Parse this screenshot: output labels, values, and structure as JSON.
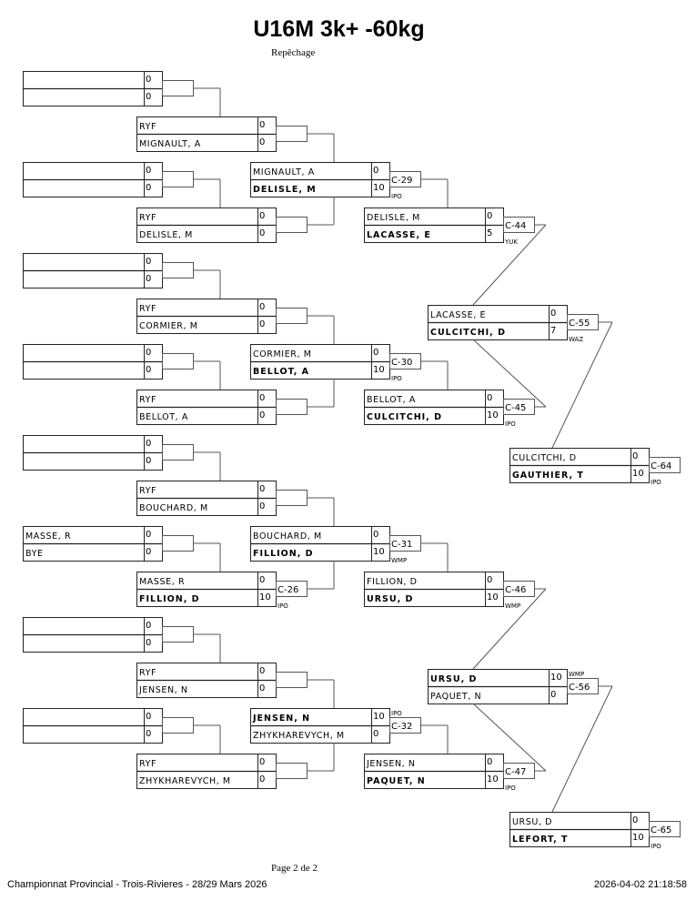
{
  "header": {
    "title": "U16M 3k+ -60kg",
    "subtitle": "Repêchage"
  },
  "footer": {
    "page": "Page 2 de 2",
    "event": "Championnat Provincial - Trois-Rivieres -  28/29 Mars 2026",
    "timestamp": "2026-04-02 21:18:58"
  },
  "matches": [
    {
      "id": "r1a",
      "col": 0,
      "row": 0,
      "top": {
        "name": "",
        "score": "0"
      },
      "bottom": {
        "name": "",
        "score": "0"
      },
      "winner": null,
      "contest": "",
      "result": ""
    },
    {
      "id": "r1b",
      "col": 0,
      "row": 1,
      "top": {
        "name": "",
        "score": "0"
      },
      "bottom": {
        "name": "",
        "score": "0"
      },
      "winner": null,
      "contest": "",
      "result": ""
    },
    {
      "id": "r1c",
      "col": 0,
      "row": 2,
      "top": {
        "name": "",
        "score": "0"
      },
      "bottom": {
        "name": "",
        "score": "0"
      },
      "winner": null,
      "contest": "",
      "result": ""
    },
    {
      "id": "r1d",
      "col": 0,
      "row": 3,
      "top": {
        "name": "",
        "score": "0"
      },
      "bottom": {
        "name": "",
        "score": "0"
      },
      "winner": null,
      "contest": "",
      "result": ""
    },
    {
      "id": "r1e",
      "col": 0,
      "row": 4,
      "top": {
        "name": "",
        "score": "0"
      },
      "bottom": {
        "name": "",
        "score": "0"
      },
      "winner": null,
      "contest": "",
      "result": ""
    },
    {
      "id": "r1f",
      "col": 0,
      "row": 5,
      "top": {
        "name": "MASSE, R",
        "score": "0"
      },
      "bottom": {
        "name": "BYE",
        "score": "0"
      },
      "winner": null,
      "contest": "",
      "result": ""
    },
    {
      "id": "r1g",
      "col": 0,
      "row": 6,
      "top": {
        "name": "",
        "score": "0"
      },
      "bottom": {
        "name": "",
        "score": "0"
      },
      "winner": null,
      "contest": "",
      "result": ""
    },
    {
      "id": "r1h",
      "col": 0,
      "row": 7,
      "top": {
        "name": "",
        "score": "0"
      },
      "bottom": {
        "name": "",
        "score": "0"
      },
      "winner": null,
      "contest": "",
      "result": ""
    },
    {
      "id": "r2a",
      "col": 1,
      "row": 0,
      "top": {
        "name": "RYF",
        "score": "0"
      },
      "bottom": {
        "name": "MIGNAULT, A",
        "score": "0"
      },
      "winner": null,
      "contest": "",
      "result": ""
    },
    {
      "id": "r2b",
      "col": 1,
      "row": 1,
      "top": {
        "name": "RYF",
        "score": "0"
      },
      "bottom": {
        "name": "DELISLE, M",
        "score": "0"
      },
      "winner": null,
      "contest": "",
      "result": ""
    },
    {
      "id": "r2c",
      "col": 1,
      "row": 2,
      "top": {
        "name": "RYF",
        "score": "0"
      },
      "bottom": {
        "name": "CORMIER, M",
        "score": "0"
      },
      "winner": null,
      "contest": "",
      "result": ""
    },
    {
      "id": "r2d",
      "col": 1,
      "row": 3,
      "top": {
        "name": "RYF",
        "score": "0"
      },
      "bottom": {
        "name": "BELLOT, A",
        "score": "0"
      },
      "winner": null,
      "contest": "",
      "result": ""
    },
    {
      "id": "r2e",
      "col": 1,
      "row": 4,
      "top": {
        "name": "RYF",
        "score": "0"
      },
      "bottom": {
        "name": "BOUCHARD, M",
        "score": "0"
      },
      "winner": null,
      "contest": "",
      "result": ""
    },
    {
      "id": "r2f",
      "col": 1,
      "row": 5,
      "top": {
        "name": "MASSE, R",
        "score": "0"
      },
      "bottom": {
        "name": "FILLION, D",
        "score": "10"
      },
      "winner": "bottom",
      "contest": "C-26",
      "result": "IPO"
    },
    {
      "id": "r2g",
      "col": 1,
      "row": 6,
      "top": {
        "name": "RYF",
        "score": "0"
      },
      "bottom": {
        "name": "JENSEN, N",
        "score": "0"
      },
      "winner": null,
      "contest": "",
      "result": ""
    },
    {
      "id": "r2h",
      "col": 1,
      "row": 7,
      "top": {
        "name": "RYF",
        "score": "0"
      },
      "bottom": {
        "name": "ZHYKHAREVYCH, M",
        "score": "0"
      },
      "winner": null,
      "contest": "",
      "result": ""
    },
    {
      "id": "r3a",
      "col": 2,
      "row": 0,
      "top": {
        "name": "MIGNAULT, A",
        "score": "0"
      },
      "bottom": {
        "name": "DELISLE, M",
        "score": "10"
      },
      "winner": "bottom",
      "contest": "C-29",
      "result": "IPO"
    },
    {
      "id": "r3b",
      "col": 2,
      "row": 1,
      "top": {
        "name": "CORMIER, M",
        "score": "0"
      },
      "bottom": {
        "name": "BELLOT, A",
        "score": "10"
      },
      "winner": "bottom",
      "contest": "C-30",
      "result": "IPO"
    },
    {
      "id": "r3c",
      "col": 2,
      "row": 2,
      "top": {
        "name": "BOUCHARD, M",
        "score": "0"
      },
      "bottom": {
        "name": "FILLION, D",
        "score": "10"
      },
      "winner": "bottom",
      "contest": "C-31",
      "result": "WMP"
    },
    {
      "id": "r3d",
      "col": 2,
      "row": 3,
      "top": {
        "name": "JENSEN, N",
        "score": "10"
      },
      "bottom": {
        "name": "ZHYKHAREVYCH, M",
        "score": "0"
      },
      "winner": "top",
      "contest": "C-32",
      "result": "IPO"
    },
    {
      "id": "r4a",
      "col": 3,
      "row": 0,
      "top": {
        "name": "DELISLE, M",
        "score": "0"
      },
      "bottom": {
        "name": "LACASSE, E",
        "score": "5"
      },
      "winner": "bottom",
      "contest": "C-44",
      "result": "YUK"
    },
    {
      "id": "r4b",
      "col": 3,
      "row": 1,
      "top": {
        "name": "BELLOT, A",
        "score": "0"
      },
      "bottom": {
        "name": "CULCITCHI, D",
        "score": "10"
      },
      "winner": "bottom",
      "contest": "C-45",
      "result": "IPO"
    },
    {
      "id": "r4c",
      "col": 3,
      "row": 2,
      "top": {
        "name": "FILLION, D",
        "score": "0"
      },
      "bottom": {
        "name": "URSU, D",
        "score": "10"
      },
      "winner": "bottom",
      "contest": "C-46",
      "result": "WMP"
    },
    {
      "id": "r4d",
      "col": 3,
      "row": 3,
      "top": {
        "name": "JENSEN, N",
        "score": "0"
      },
      "bottom": {
        "name": "PAQUET, N",
        "score": "10"
      },
      "winner": "bottom",
      "contest": "C-47",
      "result": "IPO"
    },
    {
      "id": "r5a",
      "col": 4,
      "row": 0,
      "top": {
        "name": "LACASSE, E",
        "score": "0"
      },
      "bottom": {
        "name": "CULCITCHI, D",
        "score": "7"
      },
      "winner": "bottom",
      "contest": "C-55",
      "result": "WAZ"
    },
    {
      "id": "r5b",
      "col": 4,
      "row": 1,
      "top": {
        "name": "URSU, D",
        "score": "10"
      },
      "bottom": {
        "name": "PAQUET, N",
        "score": "0"
      },
      "winner": "top",
      "contest": "C-56",
      "result": "WMP"
    },
    {
      "id": "r6a",
      "col": 5,
      "row": 0,
      "top": {
        "name": "CULCITCHI, D",
        "score": "0"
      },
      "bottom": {
        "name": "GAUTHIER, T",
        "score": "10"
      },
      "winner": "bottom",
      "contest": "C-64",
      "result": "IPO"
    },
    {
      "id": "r6b",
      "col": 5,
      "row": 1,
      "top": {
        "name": "URSU, D",
        "score": "0"
      },
      "bottom": {
        "name": "LEFORT, T",
        "score": "10"
      },
      "winner": "bottom",
      "contest": "C-65",
      "result": "IPO"
    }
  ]
}
